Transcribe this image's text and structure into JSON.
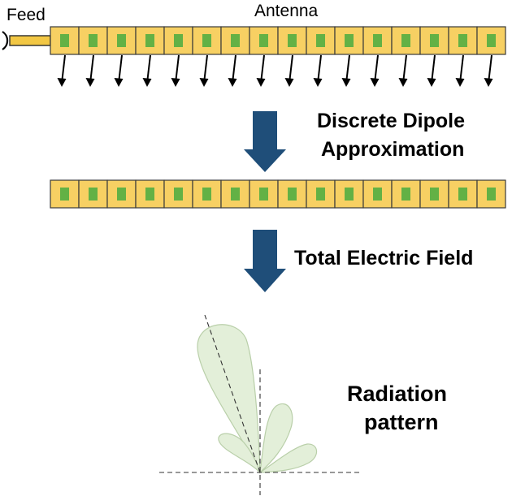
{
  "labels": {
    "feed": "Feed",
    "antenna": "Antenna",
    "step1_line1": "Discrete Dipole",
    "step1_line2": "Approximation",
    "step2": "Total Electric Field",
    "result_line1": "Radiation",
    "result_line2": "pattern"
  },
  "antenna": {
    "cell_count": 16,
    "dipole_count": 16
  },
  "colors": {
    "cell_fill": "#f7d063",
    "cell_stroke": "#3a3a3a",
    "dipole_fill": "#63b145",
    "flow_arrow": "#1f4e79",
    "feed_line": "#f2c744",
    "pattern_fill": "#e3efd9",
    "pattern_stroke": "#b9cfa9",
    "axis": "#333333"
  }
}
